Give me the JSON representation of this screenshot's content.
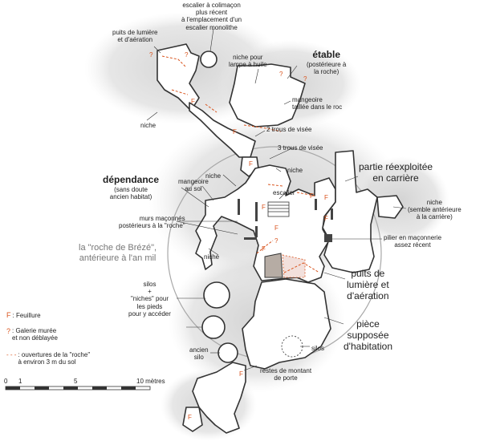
{
  "labels": {
    "escalier_colimacon": "escalier à colimaçon\nplus récent\nà l'emplacement d'un\nescalier monolithe",
    "puits_top": "puits de lumière\net d'aération",
    "niche_lampe": "niche pour\nlampe à huile",
    "etable_title": "étable",
    "etable_sub": "(postérieure à\nla roche)",
    "mangeoire_roc": "mangeoire\ntaillée dans le roc",
    "niche_left": "niche",
    "trous_2": "2 trous de visée",
    "trous_3": "3 trous de visée",
    "niche_center": "niche",
    "niche_mid": "niche",
    "partie_title": "partie réexploitée\nen carrière",
    "dependance_title": "dépendance",
    "dependance_sub": "(sans doute\nancien habitat)",
    "mangeoire_sol": "mangeoire\nau sol",
    "escalier": "escalier",
    "niche_right": "niche\n(semble antérieure\nà la carrière)",
    "murs": "murs maçonnés\npostérieurs à la \"roche\"",
    "pilier": "pilier en maçonnerie\nassez récent",
    "roche_breze": "la \"roche de Brézé\",\nantérieure à l'an mil",
    "niche_low": "niche",
    "puits_big": "puits de\nlumière et\nd'aération",
    "silos_left": "silos\n+\n\"niches\" pour\nles pieds\npour y accéder",
    "piece": "pièce\nsupposée\nd'habitation",
    "ancien_silo": "ancien\nsilo",
    "silos_right": "silos",
    "restes": "restes de montant\nde porte"
  },
  "legend": {
    "feuillure_symbol": "F",
    "feuillure": ": Feuillure",
    "galerie_symbol": "?",
    "galerie": ": Galerie murée\net non déblayée",
    "ouvertures_symbol": "- - -",
    "ouvertures": ": ouvertures de la \"roche\"\nà environ 3 m du sol"
  },
  "scale": {
    "t0": "0",
    "t1": "1",
    "t5": "5",
    "t10": "10 mètres"
  },
  "markers": {
    "F": "F",
    "Q": "?"
  },
  "colors": {
    "rock": "#d9d9d9",
    "wall": "#333333",
    "accent": "#d9541e",
    "circle": "#9a9a9a"
  }
}
